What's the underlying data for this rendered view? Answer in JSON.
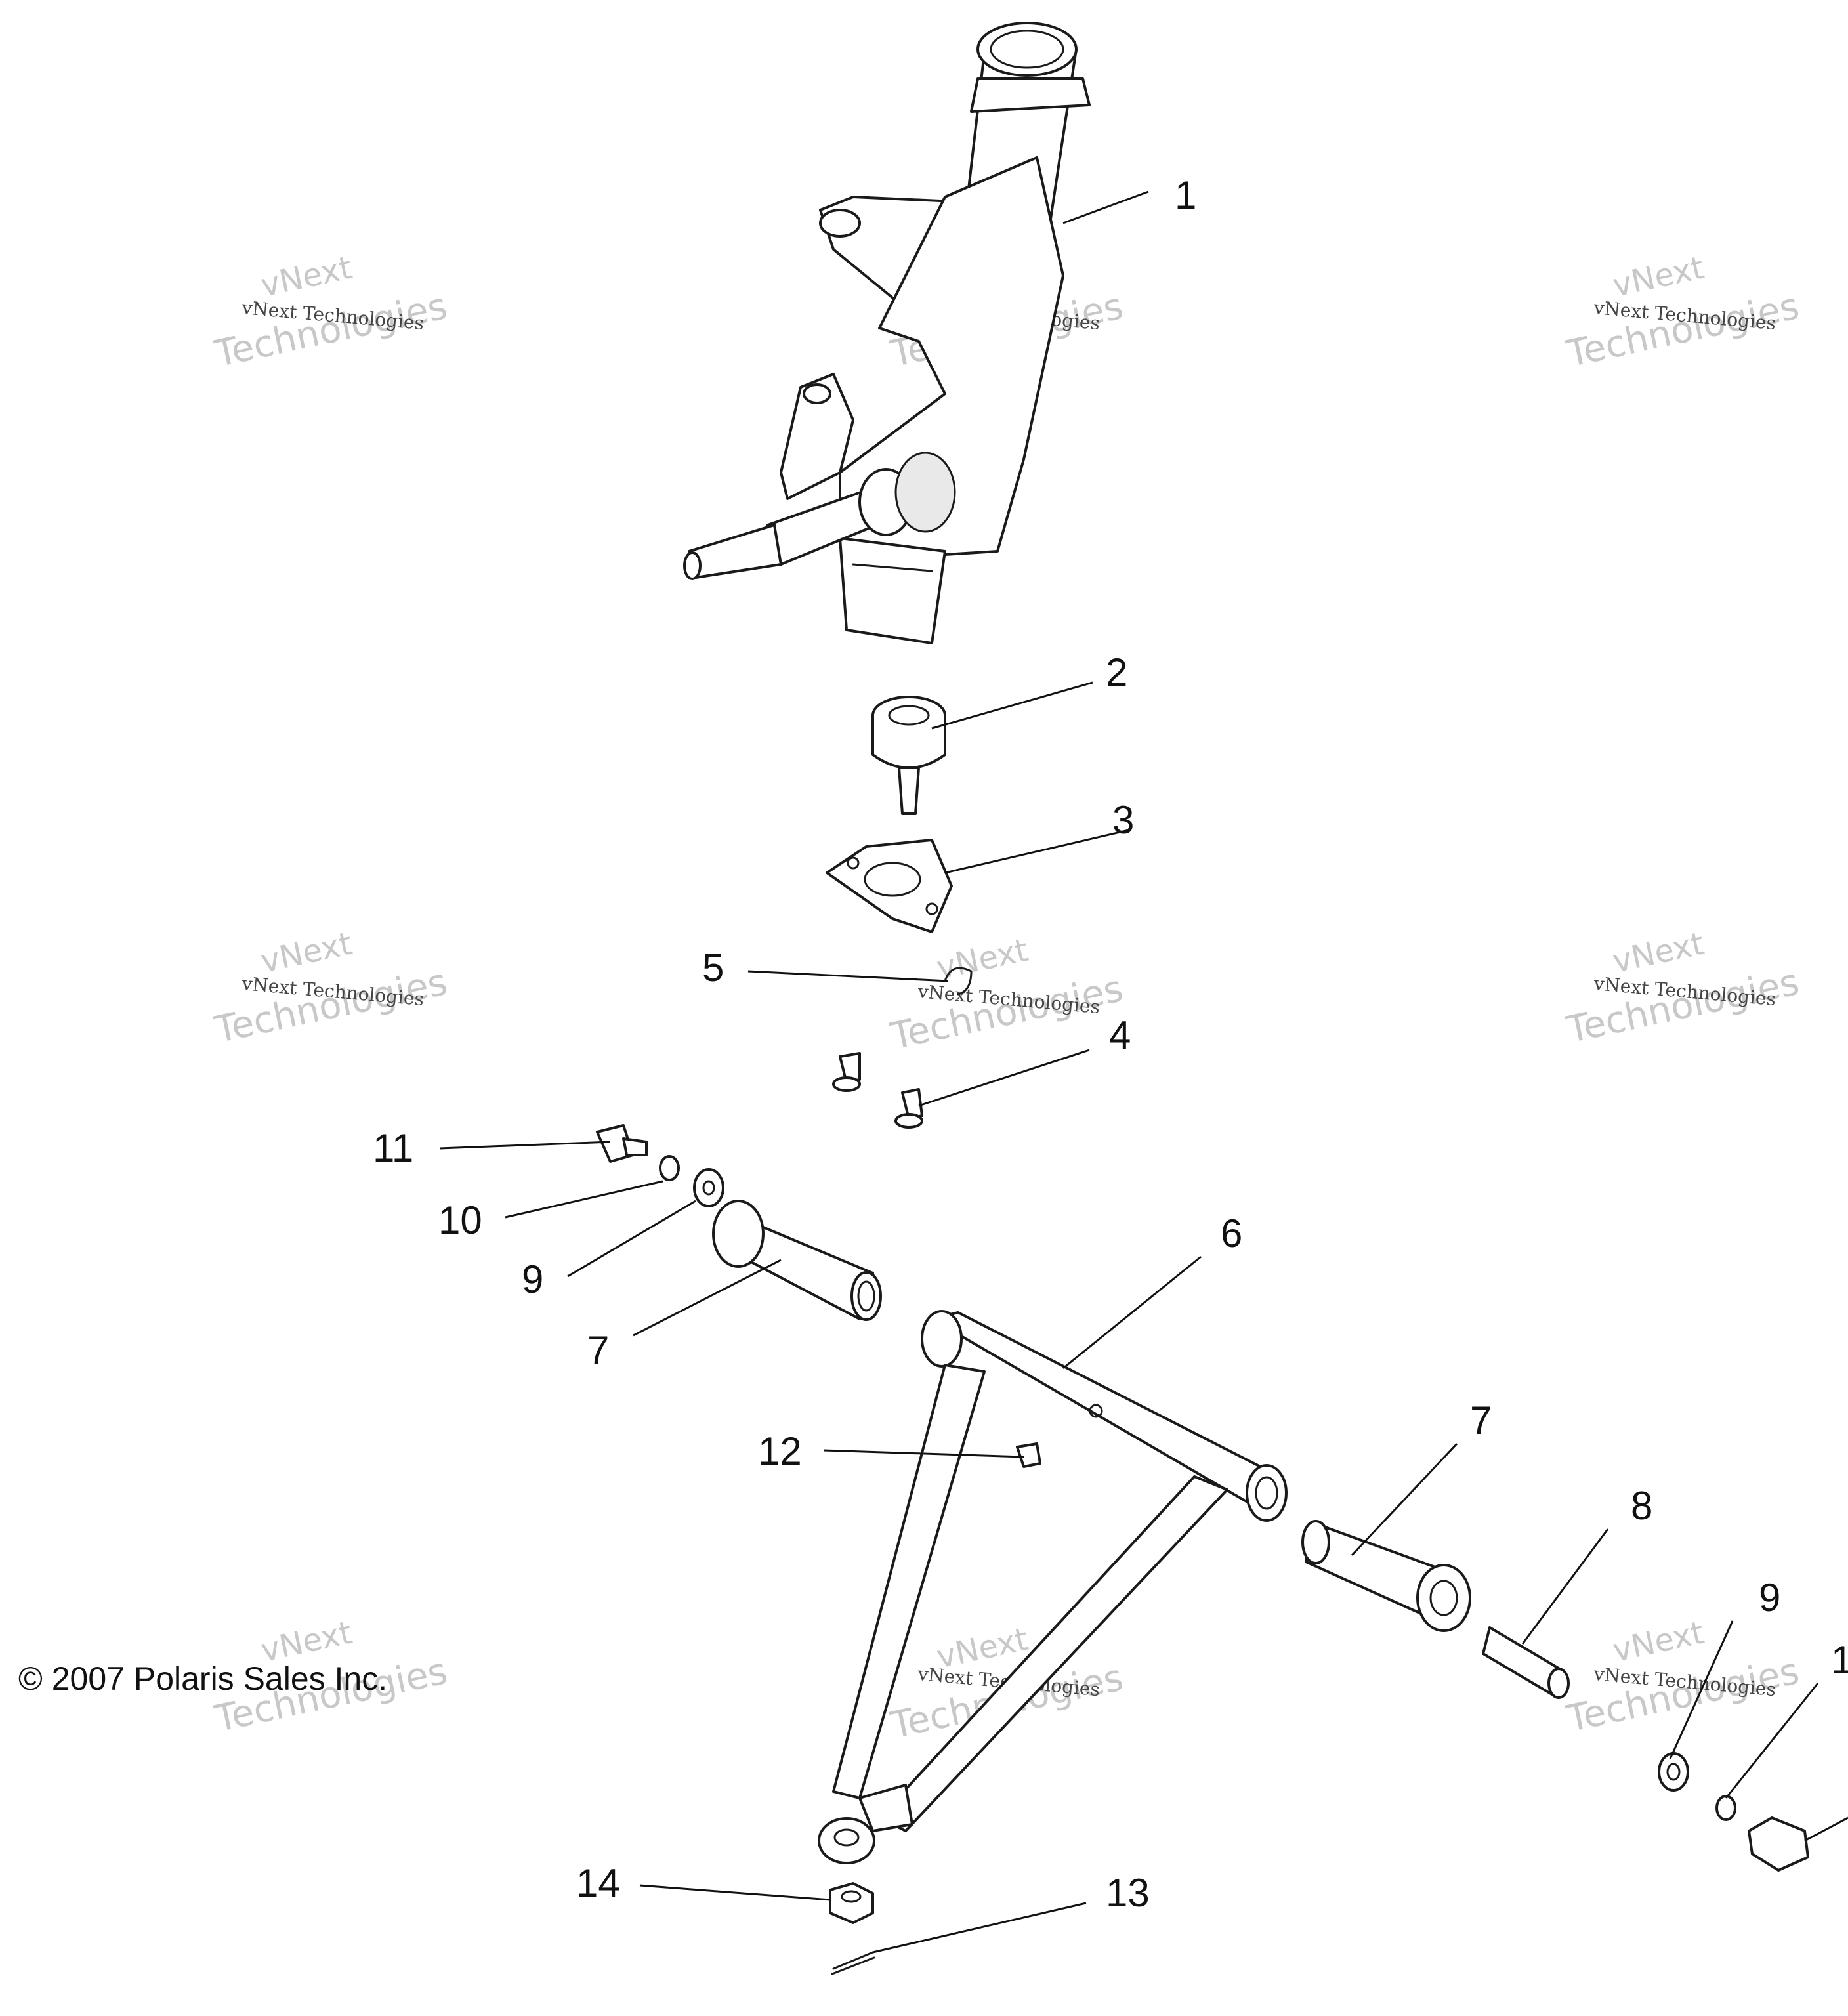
{
  "callouts": [
    {
      "id": "1",
      "label": "1"
    },
    {
      "id": "2",
      "label": "2"
    },
    {
      "id": "3",
      "label": "3"
    },
    {
      "id": "5",
      "label": "5"
    },
    {
      "id": "4",
      "label": "4"
    },
    {
      "id": "11",
      "label": "11"
    },
    {
      "id": "10a",
      "label": "10"
    },
    {
      "id": "9a",
      "label": "9"
    },
    {
      "id": "7a",
      "label": "7"
    },
    {
      "id": "6",
      "label": "6"
    },
    {
      "id": "12",
      "label": "12"
    },
    {
      "id": "7b",
      "label": "7"
    },
    {
      "id": "8",
      "label": "8"
    },
    {
      "id": "9b",
      "label": "9"
    },
    {
      "id": "10b",
      "label": "1"
    },
    {
      "id": "14",
      "label": "14"
    },
    {
      "id": "13",
      "label": "13"
    }
  ],
  "watermark": {
    "brand": "vNext",
    "line": "Technologies",
    "small": "vNext Technologies"
  },
  "copyright": "© 2007 Polaris Sales Inc."
}
